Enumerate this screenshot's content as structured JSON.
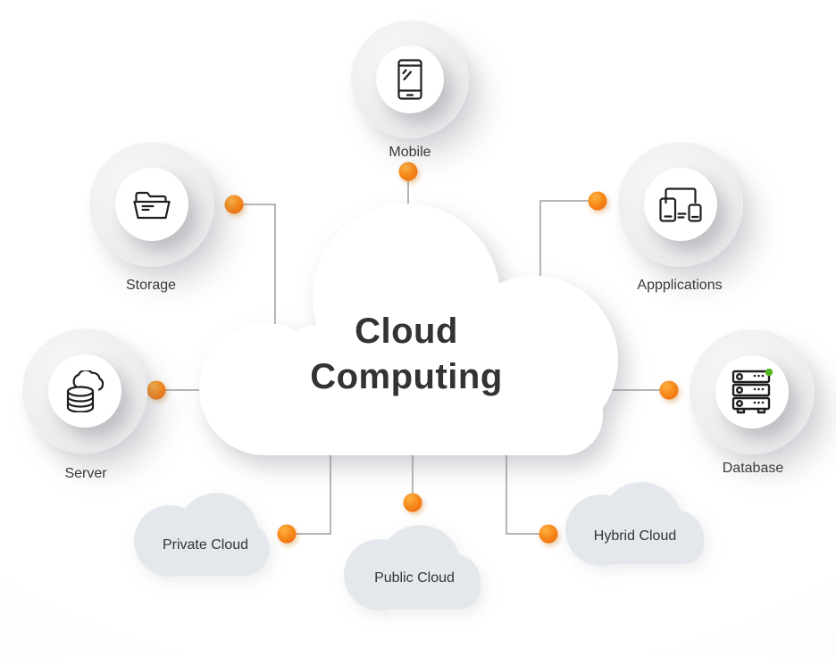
{
  "diagram": {
    "title_line1": "Cloud",
    "title_line2": "Computing"
  },
  "nodes": [
    {
      "id": "mobile",
      "label": "Mobile",
      "icon": "smartphone-icon"
    },
    {
      "id": "storage",
      "label": "Storage",
      "icon": "open-folder-icon"
    },
    {
      "id": "applications",
      "label": "Appplications",
      "icon": "devices-icon"
    },
    {
      "id": "server",
      "label": "Server",
      "icon": "cloud-disks-icon"
    },
    {
      "id": "database",
      "label": "Database",
      "icon": "server-rack-icon"
    }
  ],
  "cloud_types": [
    {
      "id": "private",
      "label": "Private Cloud"
    },
    {
      "id": "public",
      "label": "Public Cloud"
    },
    {
      "id": "hybrid",
      "label": "Hybrid Cloud"
    }
  ],
  "colors": {
    "accent_orange": "#f57c10",
    "status_green": "#54b424",
    "main_cloud_fill": "#ffffff",
    "small_cloud_fill": "#e4e8ec",
    "connector_gray": "#9e9e9e",
    "text_dark": "#333333"
  }
}
